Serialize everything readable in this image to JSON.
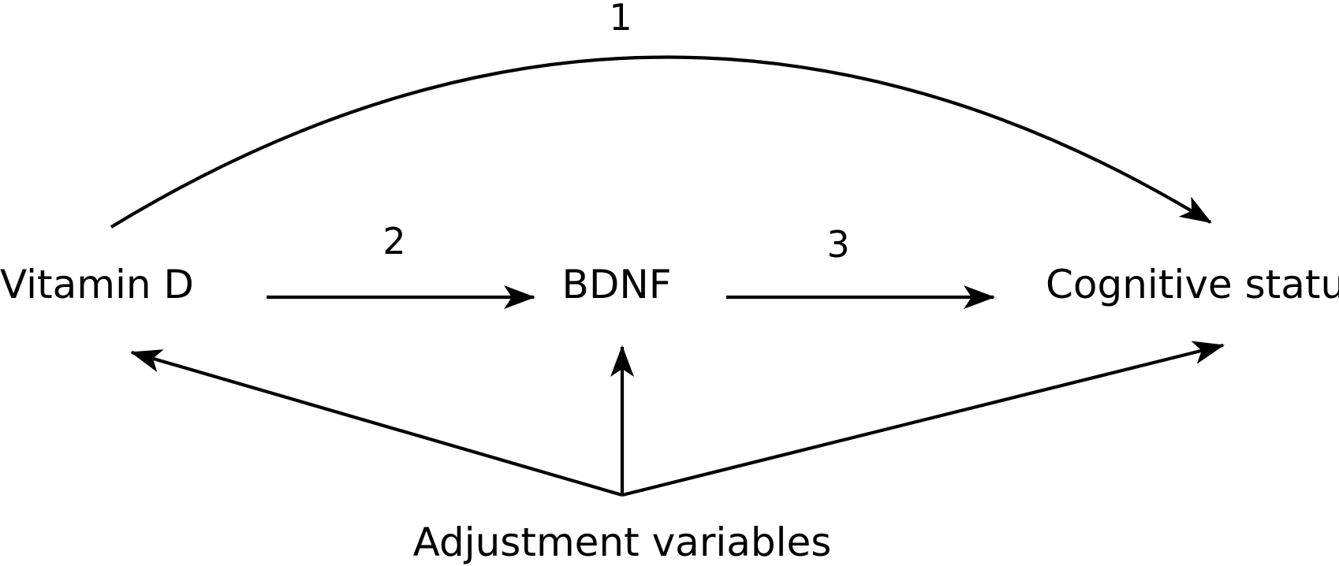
{
  "nodes": {
    "vitamin_d": "Vitamin D",
    "bdnf": "BDNF",
    "cognitive_status": "Cognitive status",
    "adjustment_variables": "Adjustment variables"
  },
  "paths": {
    "path_1": "1",
    "path_2": "2",
    "path_3": "3"
  },
  "colors": {
    "ink": "#000000",
    "background": "#ffffff"
  }
}
